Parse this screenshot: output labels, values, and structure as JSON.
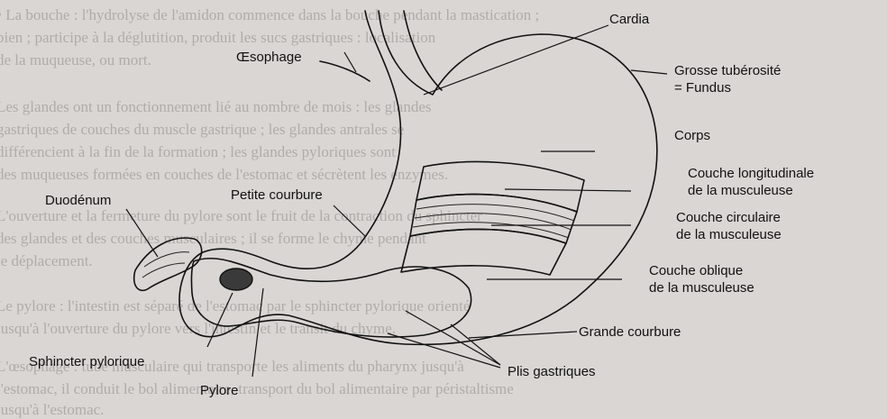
{
  "background_text": [
    "• La bouche : l'hydrolyse de l'amidon commence dans la bouche pendant la mastication ;",
    "bien ; participe à la déglutition, produit les sucs gastriques : localisation",
    "de la muqueuse, ou mort.",
    "Les glandes ont un fonctionnement lié au nombre de mois : les glandes",
    "gastriques de couches du muscle gastrique ; les glandes antrales se",
    "différencient à la fin de la formation ; les glandes pyloriques sont",
    "des muqueuses formées en couches de l'estomac et sécrètent les enzymes.",
    "L'ouverture et la fermeture du pylore sont le fruit de la contraction du sphincter",
    "des glandes et des couches musculaires ; il se forme le chyme pendant",
    "le déplacement.",
    "Le pylore : l'intestin est séparé de l'estomac par le sphincter pylorique orienté",
    "jusqu'à l'ouverture du pylore vers l'intestin et le transit du chyme.",
    "L'œsophage : tube musculaire qui transporte les aliments du pharynx jusqu'à",
    "l'estomac, il conduit le bol alimentaire, transport du bol alimentaire par péristaltisme",
    "jusqu'à l'estomac."
  ],
  "labels": {
    "cardia": "Cardia",
    "oesophage": "Œsophage",
    "grosse_tuberosite": "Grosse tubérosité",
    "fundus": "= Fundus",
    "corps": "Corps",
    "couche_longitudinale_1": "Couche longitudinale",
    "couche_longitudinale_2": "de la musculeuse",
    "duodenum": "Duodénum",
    "petite_courbure": "Petite courbure",
    "couche_circulaire_1": "Couche circulaire",
    "couche_circulaire_2": "de la musculeuse",
    "couche_oblique_1": "Couche oblique",
    "couche_oblique_2": "de la musculeuse",
    "grande_courbure": "Grande courbure",
    "sphincter_pylorique": "Sphincter pylorique",
    "plis_gastriques": "Plis gastriques",
    "pylore": "Pylore"
  }
}
